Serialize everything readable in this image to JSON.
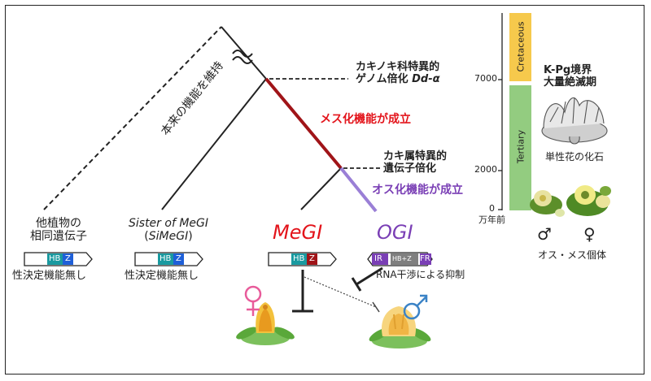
{
  "tree": {
    "annotation_top_line1": "カキノキ科特異的",
    "annotation_top_line2": "ゲノム倍化 ",
    "annotation_top_italic": "Dd-α",
    "annotation_mid_line1": "カキ属特異的",
    "annotation_mid_line2": "遺伝子倍化",
    "meg_function": "メス化機能が成立",
    "og_function": "オス化機能が成立",
    "maintain_label": "本来の機能を維持"
  },
  "genes": {
    "other": {
      "line1": "他植物の",
      "line2": "相同遺伝子",
      "note": "性決定機能無し",
      "box_hb": "HB",
      "box_z": "Z"
    },
    "simegi": {
      "line1": "Sister of MeGI",
      "line2_open": "(",
      "line2_italic": "SiMeGI",
      "line2_close": ")",
      "note": "性決定機能無し",
      "box_hb": "HB",
      "box_z": "Z"
    },
    "megi": {
      "name": "MeGI",
      "box_hb": "HB",
      "box_z": "Z"
    },
    "ogi": {
      "name": "OGI",
      "box_ir": "IR",
      "box_hbz": "HB+Z",
      "box_fr": "FR",
      "note": "RNA干渉による抑制"
    }
  },
  "timeline": {
    "ticks": [
      "7000",
      "2000",
      "0"
    ],
    "unit": "万年前",
    "period_upper": "Cretaceous",
    "period_lower": "Tertiary",
    "event_line1": "K-Pg境界",
    "event_line2": "大量絶滅期",
    "fossil_caption": "単性花の化石",
    "individuals_caption": "オス・メス個体",
    "male_symbol": "♂",
    "female_symbol": "♀"
  },
  "colors": {
    "megi_red": "#e3141b",
    "ogi_purple": "#7a3fb5",
    "branch_red": "#a01418",
    "branch_purple": "#9a7fd6",
    "cretaceous_yellow": "#f6c94c",
    "tertiary_green": "#93cc80",
    "hb_teal": "#1a9aa0",
    "z_blue": "#1e5fd8"
  }
}
